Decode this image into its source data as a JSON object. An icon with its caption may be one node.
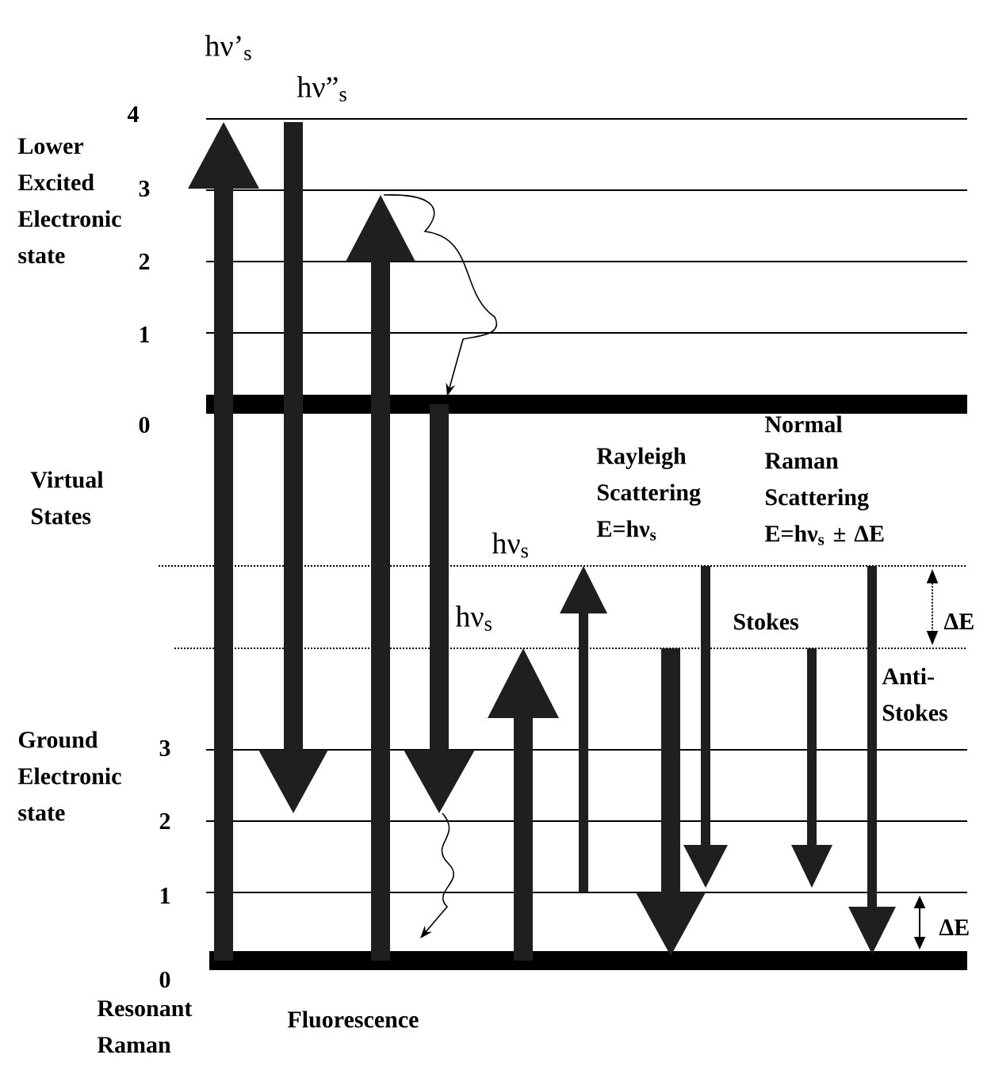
{
  "diagram": {
    "labels": [
      "hν’$_{s}$",
      "hν”$_{s}$",
      "4",
      "Lower Excited Electronic state",
      "3",
      "2",
      "1",
      "0",
      "Virtual States",
      "Rayleigh Scattering E=hν$_{s}$",
      "Normal Raman Scattering E=hν$_{s}$ ± ΔE",
      "hν$_{s}$",
      "hν$_{s}$",
      "ΔE",
      "Stokes",
      "Anti-Stokes",
      "Ground Electronic state",
      "3",
      "2",
      "1",
      "0",
      "ΔE",
      "Resonant Raman",
      "Fluorescence"
    ]
  }
}
